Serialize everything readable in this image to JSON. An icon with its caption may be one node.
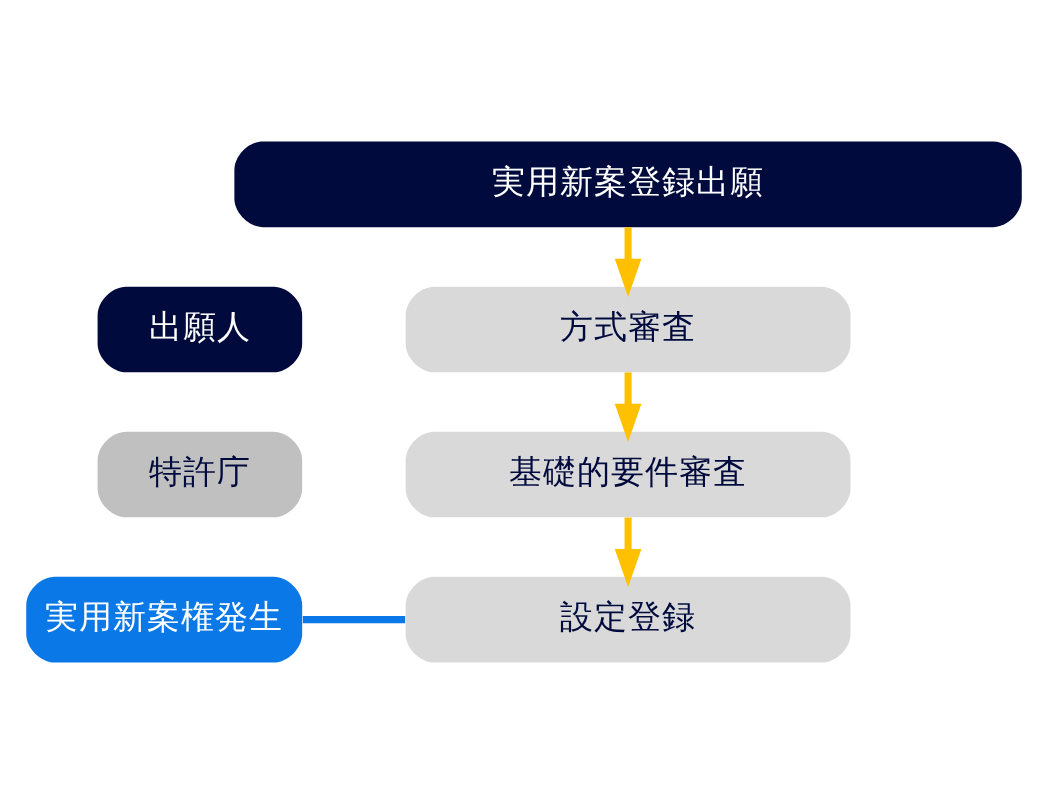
{
  "diagram": {
    "nodes": [
      {
        "text": [
          "実用新案登録出願"
        ]
      },
      {
        "text": [
          "方式審査"
        ]
      },
      {
        "text": [
          "基礎的要件審査"
        ]
      },
      {
        "text": [
          "設定登録"
        ]
      },
      {
        "text": [
          "実用新案権発生"
        ]
      }
    ],
    "edges": [
      {
        "from": 0,
        "to": 1,
        "arrow": "to"
      },
      {
        "from": 1,
        "to": 2,
        "arrow": "to"
      },
      {
        "from": 2,
        "to": 3,
        "arrow": "to"
      },
      {
        "from": 4,
        "to": 3,
        "arrow": "none",
        "color": "#0a78e6"
      }
    ],
    "legend": [
      {
        "text": "出願人",
        "color": "#000a3c"
      },
      {
        "text": "特許庁",
        "color": "#c0c0c0"
      }
    ]
  }
}
